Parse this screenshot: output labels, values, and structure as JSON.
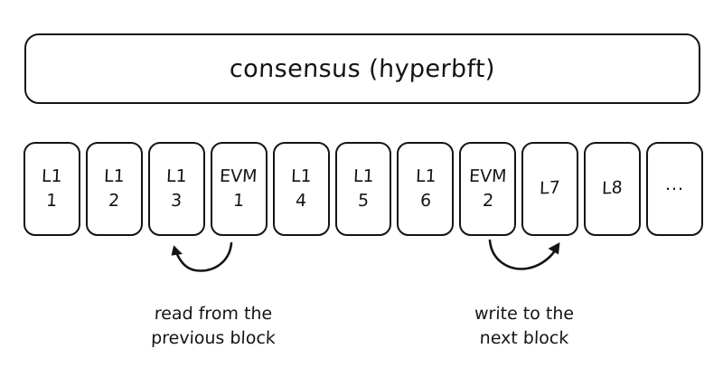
{
  "diagram": {
    "consensus": {
      "label": "consensus (hyperbft)"
    },
    "blocks": [
      {
        "name": "block-l1-1",
        "line1": "L1",
        "line2": "1",
        "kind": "l1"
      },
      {
        "name": "block-l1-2",
        "line1": "L1",
        "line2": "2",
        "kind": "l1"
      },
      {
        "name": "block-l1-3",
        "line1": "L1",
        "line2": "3",
        "kind": "l1"
      },
      {
        "name": "block-evm-1",
        "line1": "EVM",
        "line2": "1",
        "kind": "evm"
      },
      {
        "name": "block-l1-4",
        "line1": "L1",
        "line2": "4",
        "kind": "l1"
      },
      {
        "name": "block-l1-5",
        "line1": "L1",
        "line2": "5",
        "kind": "l1"
      },
      {
        "name": "block-l1-6",
        "line1": "L1",
        "line2": "6",
        "kind": "l1"
      },
      {
        "name": "block-evm-2",
        "line1": "EVM",
        "line2": "2",
        "kind": "evm"
      },
      {
        "name": "block-l7",
        "line1": "L7",
        "line2": "",
        "kind": "single"
      },
      {
        "name": "block-l8",
        "line1": "L8",
        "line2": "",
        "kind": "single"
      },
      {
        "name": "block-more",
        "line1": "...",
        "line2": "",
        "kind": "ellipsis"
      }
    ],
    "annotations": {
      "read": {
        "line1": "read from the",
        "line2": "previous block",
        "arrow": "curved-arrow-up-left"
      },
      "write": {
        "line1": "write to the",
        "line2": "next block",
        "arrow": "curved-arrow-up-right"
      }
    },
    "colors": {
      "stroke": "#141414",
      "background": "#ffffff"
    }
  }
}
